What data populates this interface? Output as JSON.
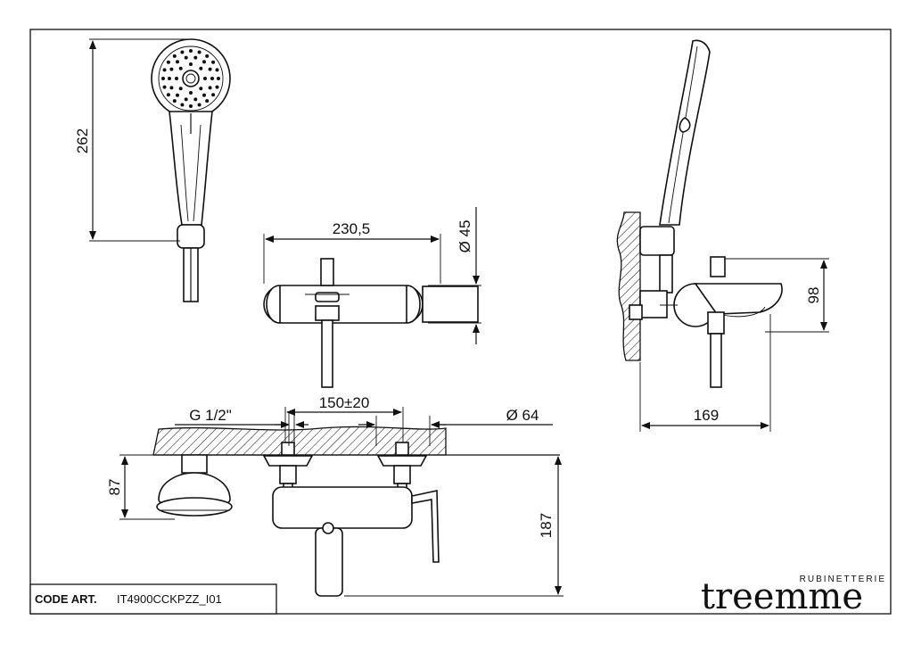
{
  "drawing": {
    "dimensions": {
      "handshower_height": "262",
      "body_width": "230,5",
      "body_diameter": "Ø 45",
      "thread": "G 1/2\"",
      "centres": "150±20",
      "escutcheon_diameter": "Ø 64",
      "side_height": "98",
      "side_projection": "169",
      "escutcheon_depth": "87",
      "total_projection": "187"
    },
    "code_label": "CODE ART.",
    "code_value": "IT4900CCKPZZ_I01",
    "brand": {
      "name": "treemme",
      "subtitle": "RUBINETTERIE"
    }
  }
}
